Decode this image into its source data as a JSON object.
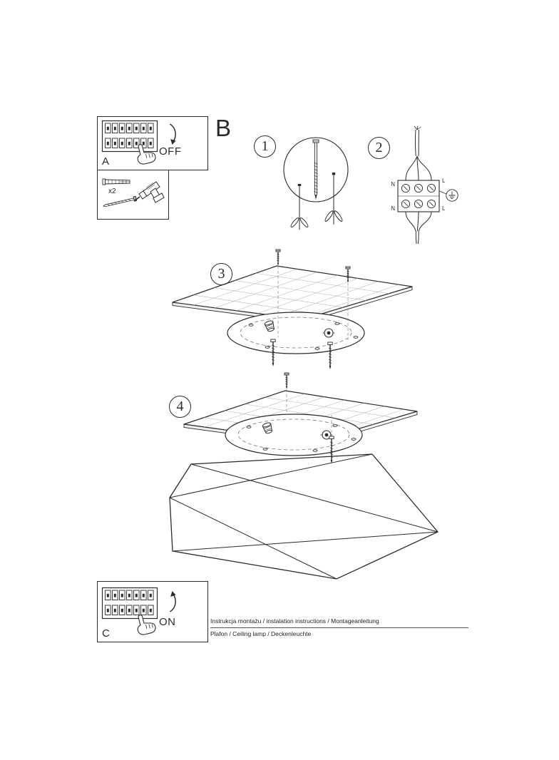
{
  "colors": {
    "ink": "#2b2b2b",
    "paper": "#ffffff"
  },
  "document": {
    "section_label": "B",
    "panel_a": {
      "label": "A",
      "state": "OFF"
    },
    "tools": {
      "quantity": "x2"
    },
    "panel_c": {
      "label": "C",
      "state": "ON"
    },
    "steps": [
      {
        "number": "1"
      },
      {
        "number": "2"
      },
      {
        "number": "3"
      },
      {
        "number": "4"
      }
    ],
    "wiring": {
      "n_left_top": "N",
      "l_right_top": "L",
      "n_left_bottom": "N",
      "l_right_bottom": "L"
    },
    "footer": {
      "line1": "Instrukcja montażu / instalation instructions / Montageanleitung",
      "line2": "Plafon / Ceiling lamp / Deckenleuchte"
    },
    "illustrations": {
      "panel_a": "hand-flipping-circuit-breaker-off",
      "tools": "wall-plug-x2-screw-and-drill",
      "step_1": "toggle-anchors-with-magnified-screw-detail",
      "step_2": "mains-wires-in-terminal-block-with-earth-symbol",
      "step_3": "round-mounting-bracket-screwed-to-ceiling-panel",
      "step_4": "hexagonal-lampshade-fixed-to-bracket",
      "panel_c": "hand-flipping-circuit-breaker-on"
    }
  }
}
